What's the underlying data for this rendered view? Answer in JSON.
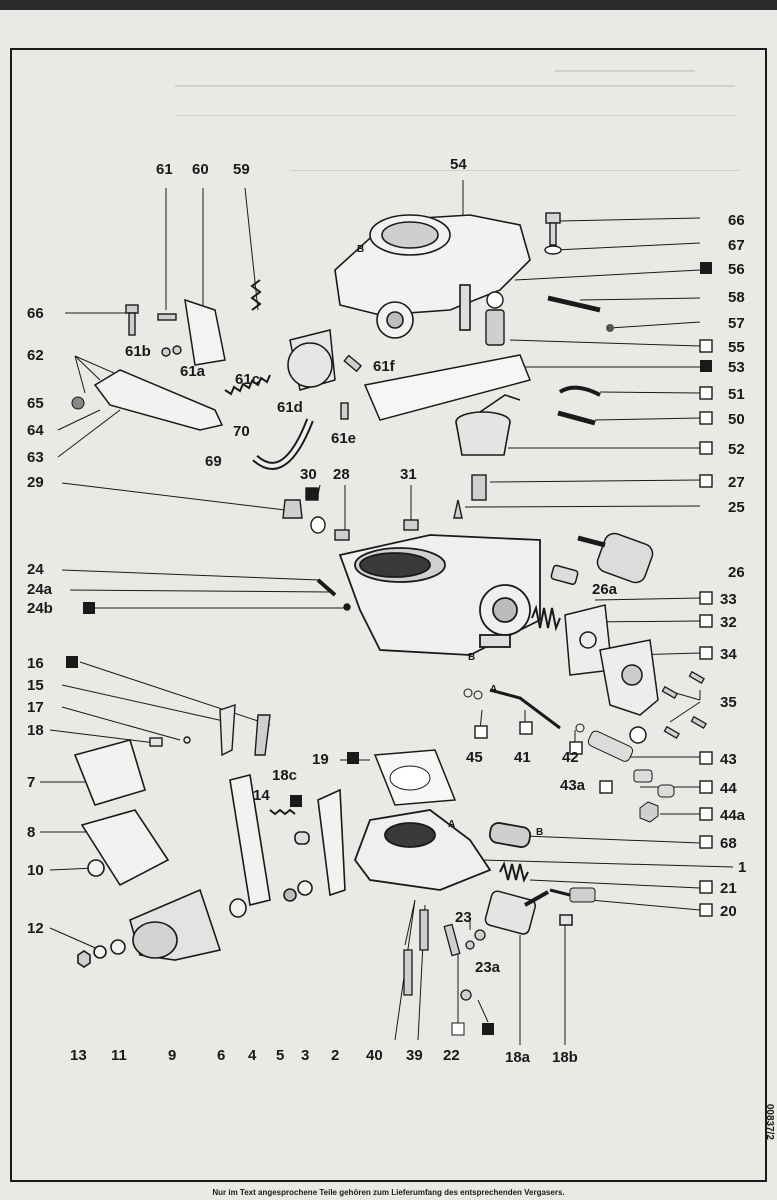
{
  "footer_note": "Nur im Text angesprochene Teile gehören zum Lieferumfang des entsprechenden Vergasers.",
  "drawing_code": "00837/2",
  "labels": {
    "l1": "1",
    "l2": "2",
    "l3": "3",
    "l4": "4",
    "l5": "5",
    "l6": "6",
    "l7": "7",
    "l8": "8",
    "l9": "9",
    "l10": "10",
    "l11": "11",
    "l12": "12",
    "l13": "13",
    "l14": "14",
    "l15": "15",
    "l16": "16",
    "l17": "17",
    "l18": "18",
    "l18a": "18a",
    "l18b": "18b",
    "l18c": "18c",
    "l19": "19",
    "l20": "20",
    "l21": "21",
    "l22": "22",
    "l23": "23",
    "l23a": "23a",
    "l24": "24",
    "l24a": "24a",
    "l24b": "24b",
    "l25": "25",
    "l26": "26",
    "l26a": "26a",
    "l27": "27",
    "l28": "28",
    "l29": "29",
    "l30": "30",
    "l31": "31",
    "l32": "32",
    "l33": "33",
    "l34": "34",
    "l35": "35",
    "l39": "39",
    "l40": "40",
    "l41": "41",
    "l42": "42",
    "l43": "43",
    "l43a": "43a",
    "l44": "44",
    "l44a": "44a",
    "l45": "45",
    "l50": "50",
    "l51": "51",
    "l52": "52",
    "l53": "53",
    "l54": "54",
    "l55": "55",
    "l56": "56",
    "l57": "57",
    "l58": "58",
    "l59": "59",
    "l60": "60",
    "l61": "61",
    "l61a": "61a",
    "l61b": "61b",
    "l61c": "61c",
    "l61d": "61d",
    "l61e": "61e",
    "l61f": "61f",
    "l62": "62",
    "l63": "63",
    "l64": "64",
    "l65": "65",
    "l66a": "66",
    "l66b": "66",
    "l67": "67",
    "l68": "68",
    "l69": "69",
    "l70": "70",
    "mkA1": "A",
    "mkA2": "A",
    "mkB1": "B",
    "mkB2": "B",
    "mkB3": "B"
  }
}
